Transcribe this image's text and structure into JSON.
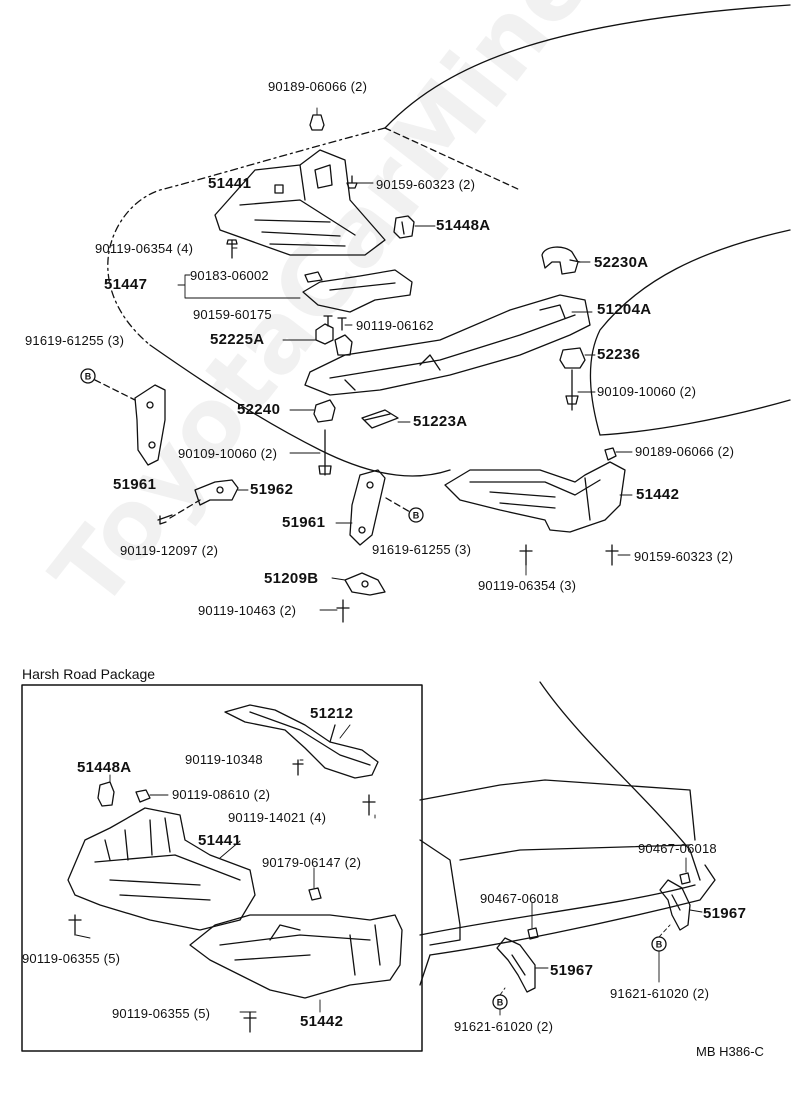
{
  "watermark": "ToyotaCarMine.ru",
  "section_title": "Harsh Road Package",
  "drawing_code": "MB H386-C",
  "circle_marker": "B",
  "labels_top": {
    "p90189_06066_top": "90189-06066 (2)",
    "p51441": "51441",
    "p90159_60323_top": "90159-60323 (2)",
    "p51448A": "51448A",
    "p90119_06354_4": "90119-06354 (4)",
    "p51447": "51447",
    "p90183_06002": "90183-06002",
    "p52230A": "52230A",
    "p90159_60175": "90159-60175",
    "p90119_06162": "90119-06162",
    "p51204A": "51204A",
    "p91619_61255_3_left": "91619-61255 (3)",
    "p52225A": "52225A",
    "p52236": "52236",
    "p90109_10060_right": "90109-10060 (2)",
    "p52240": "52240",
    "p51223A": "51223A",
    "p90189_06066_right": "90189-06066 (2)",
    "p90109_10060_left": "90109-10060 (2)",
    "p51961_left": "51961",
    "p51962": "51962",
    "p51442": "51442",
    "p90119_12097": "90119-12097 (2)",
    "p51961_mid": "51961",
    "p91619_61255_3_mid": "91619-61255 (3)",
    "p90159_60323_bottom": "90159-60323 (2)",
    "p51209B": "51209B",
    "p90119_06354_3": "90119-06354 (3)",
    "p90119_10463": "90119-10463 (2)"
  },
  "labels_harsh": {
    "p51212": "51212",
    "p90119_10348": "90119-10348",
    "p51448A": "51448A",
    "p90119_08610": "90119-08610 (2)",
    "p90119_14021": "90119-14021 (4)",
    "p51441": "51441",
    "p90179_06147": "90179-06147 (2)",
    "p90119_06355_left": "90119-06355 (5)",
    "p90119_06355_bottom": "90119-06355 (5)",
    "p51442": "51442"
  },
  "labels_rear": {
    "p90467_06018_right": "90467-06018",
    "p90467_06018_left": "90467-06018",
    "p51967_right": "51967",
    "p51967_left": "51967",
    "p91621_61020_right": "91621-61020 (2)",
    "p91621_61020_left": "91621-61020 (2)"
  }
}
